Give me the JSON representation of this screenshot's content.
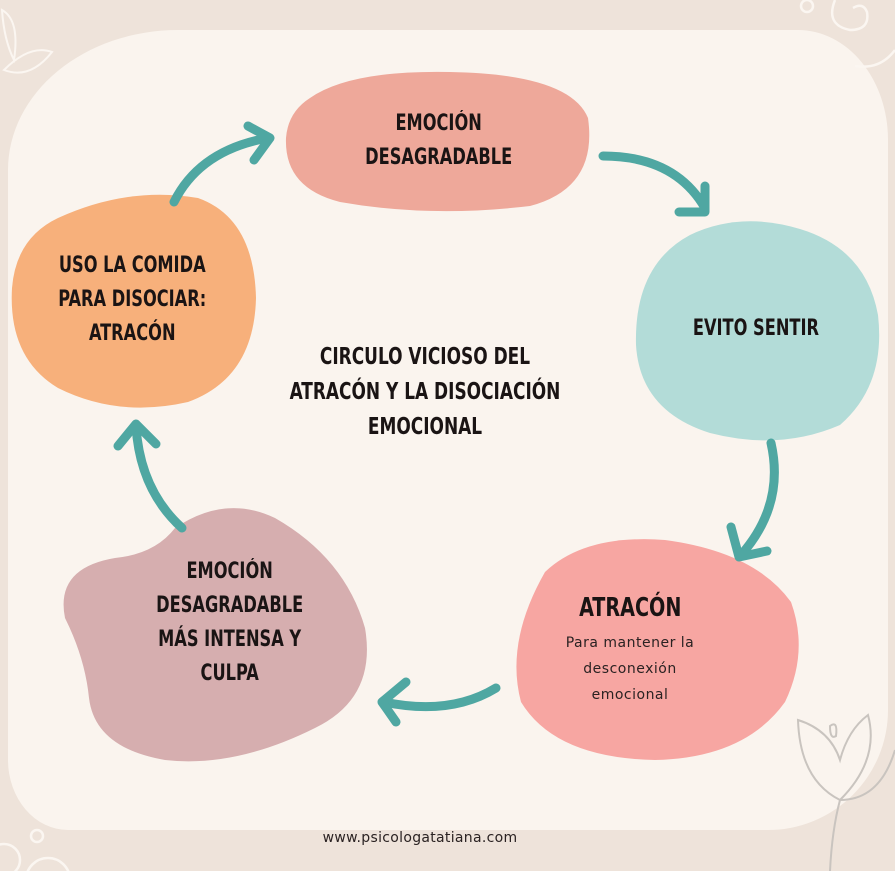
{
  "diagram": {
    "title_lines": [
      "CIRCULO VICIOSO DEL",
      "ATRACÓN Y LA DISOCIACIÓN",
      "EMOCIONAL"
    ],
    "nodes": [
      {
        "id": "emocion-desagradable",
        "lines": [
          "EMOCIÓN",
          "DESAGRADABLE"
        ],
        "color": "#eea89a"
      },
      {
        "id": "evito-sentir",
        "lines": [
          "EVITO SENTIR"
        ],
        "color": "#b3dcd8"
      },
      {
        "id": "atracon",
        "lines": [
          "ATRACÓN"
        ],
        "sub_lines": [
          "Para mantener la",
          "desconexión",
          "emocional"
        ],
        "color": "#f7a6a2"
      },
      {
        "id": "emocion-intensa-culpa",
        "lines": [
          "EMOCIÓN",
          "DESAGRADABLE",
          "MÁS INTENSA Y",
          "CULPA"
        ],
        "color": "#d6aeaf"
      },
      {
        "id": "uso-comida",
        "lines": [
          "USO LA COMIDA",
          "PARA DISOCIAR:",
          "ATRACÓN"
        ],
        "color": "#f7b07b"
      }
    ],
    "arrow_color": "#4fa7a2",
    "edges": [
      {
        "from": "emocion-desagradable",
        "to": "evito-sentir"
      },
      {
        "from": "evito-sentir",
        "to": "atracon"
      },
      {
        "from": "atracon",
        "to": "emocion-intensa-culpa"
      },
      {
        "from": "emocion-intensa-culpa",
        "to": "uso-comida"
      },
      {
        "from": "uso-comida",
        "to": "emocion-desagradable"
      }
    ]
  },
  "footer": {
    "url": "www.psicologatatiana.com"
  },
  "colors": {
    "background_outer": "#eee3da",
    "background_card": "#faf4ee",
    "text": "#1a1414"
  }
}
